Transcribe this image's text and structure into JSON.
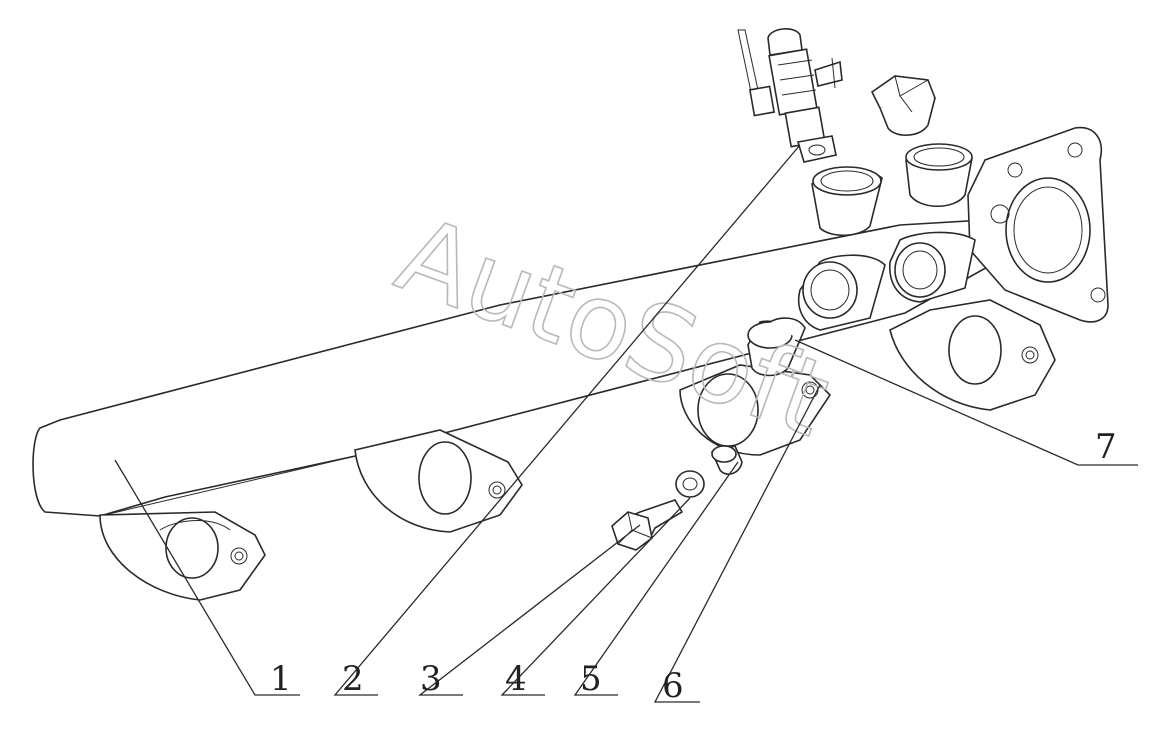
{
  "watermark": "AutoSoft",
  "callouts": [
    {
      "id": "callout-1",
      "label": "1"
    },
    {
      "id": "callout-2",
      "label": "2"
    },
    {
      "id": "callout-3",
      "label": "3"
    },
    {
      "id": "callout-4",
      "label": "4"
    },
    {
      "id": "callout-5",
      "label": "5"
    },
    {
      "id": "callout-6",
      "label": "6"
    },
    {
      "id": "callout-7",
      "label": "7"
    }
  ]
}
